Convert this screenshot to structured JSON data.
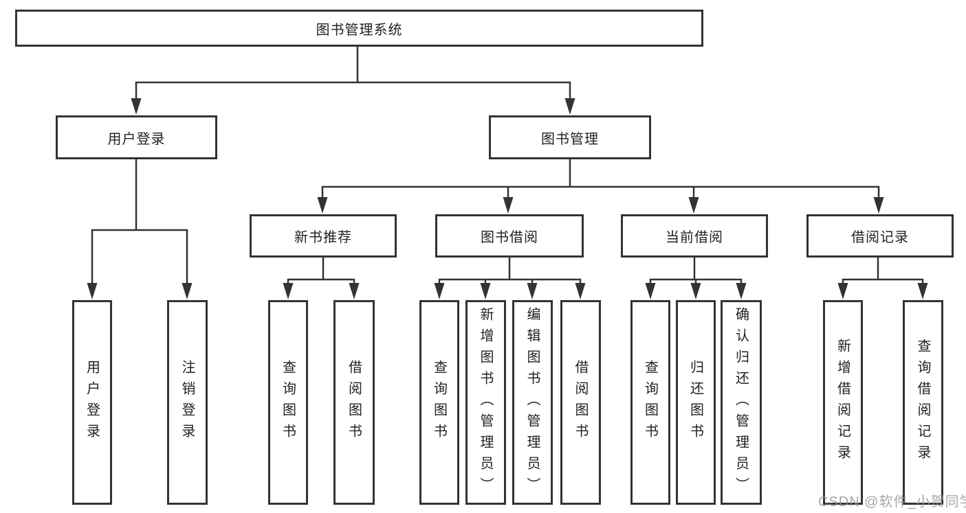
{
  "diagram": {
    "root": {
      "label": "图书管理系统"
    },
    "branches": [
      {
        "label": "用户登录",
        "children": [
          {
            "label": "用户登录"
          },
          {
            "label": "注销登录"
          }
        ]
      },
      {
        "label": "图书管理",
        "children": [
          {
            "label": "新书推荐",
            "children": [
              {
                "label": "查询图书"
              },
              {
                "label": "借阅图书"
              }
            ]
          },
          {
            "label": "图书借阅",
            "children": [
              {
                "label": "查询图书"
              },
              {
                "label": "新增图书（管理员）"
              },
              {
                "label": "编辑图书（管理员）"
              },
              {
                "label": "借阅图书"
              }
            ]
          },
          {
            "label": "当前借阅",
            "children": [
              {
                "label": "查询图书"
              },
              {
                "label": "归还图书"
              },
              {
                "label": "确认归还（管理员）"
              }
            ]
          },
          {
            "label": "借阅记录",
            "children": [
              {
                "label": "新增借阅记录"
              },
              {
                "label": "查询借阅记录"
              }
            ]
          }
        ]
      }
    ]
  },
  "watermark": {
    "text": "CSDN @软件_小贺同学"
  },
  "colors": {
    "line": "#333333",
    "box_border": "#333333",
    "text": "#222222",
    "watermark": "#969696",
    "background": "#ffffff"
  }
}
